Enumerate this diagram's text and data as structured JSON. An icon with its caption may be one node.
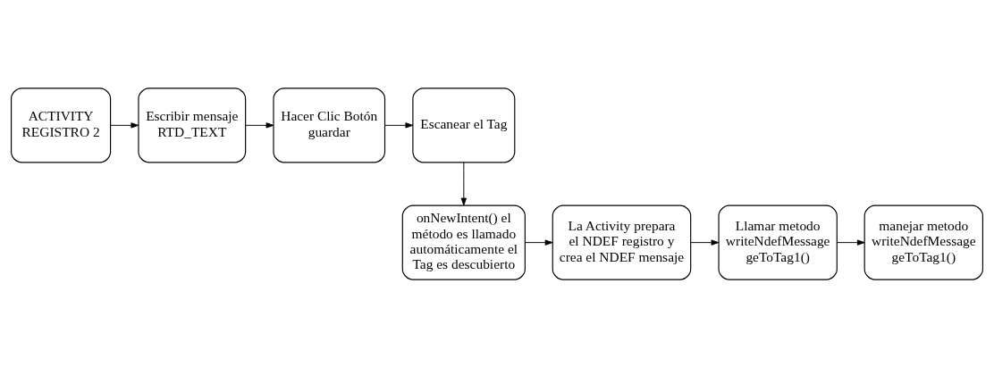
{
  "diagram": {
    "nodes": [
      {
        "text": [
          "ACTIVITY REGISTRO 2"
        ]
      },
      {
        "text": [
          "Escribir mensaje RTD_TEXT"
        ]
      },
      {
        "text": [
          "Hacer Clic Botón guardar"
        ]
      },
      {
        "text": [
          "Escanear el Tag"
        ]
      },
      {
        "text": [
          "onNewIntent() el método es llamado automáticamente el Tag es descubierto"
        ]
      },
      {
        "text": [
          "La Activity prepara el NDEF registro y crea el NDEF mensaje"
        ]
      },
      {
        "text": [
          "Llamar metodo writeNdefMessage geToTag1()"
        ]
      },
      {
        "text": [
          "manejar metodo writeNdefMessage geToTag1()"
        ]
      }
    ],
    "edges": [
      {
        "from": 0,
        "to": 1,
        "arrow": "to"
      },
      {
        "from": 1,
        "to": 2,
        "arrow": "to"
      },
      {
        "from": 2,
        "to": 3,
        "arrow": "to"
      },
      {
        "from": 3,
        "to": 4,
        "arrow": "to"
      },
      {
        "from": 4,
        "to": 5,
        "arrow": "to"
      },
      {
        "from": 5,
        "to": 6,
        "arrow": "to"
      },
      {
        "from": 6,
        "to": 7,
        "arrow": "to"
      }
    ]
  }
}
